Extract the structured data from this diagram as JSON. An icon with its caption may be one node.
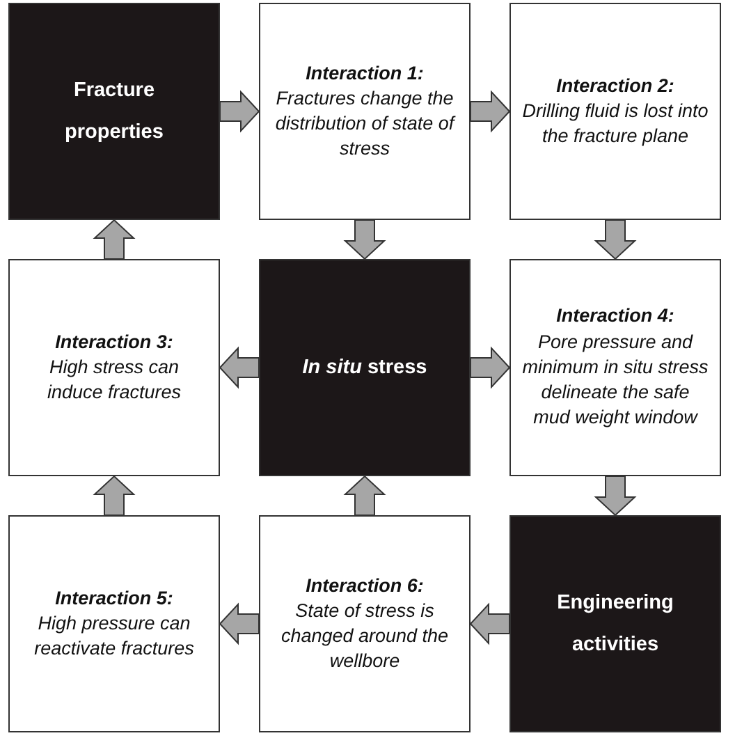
{
  "diagram": {
    "nodes": [
      {
        "text": [
          "Fracture properties"
        ]
      },
      {
        "text": [
          "Interaction 1:",
          "Fractures change the distribution of state of stress"
        ]
      },
      {
        "text": [
          "Interaction 2:",
          "Drilling fluid is lost into the fracture plane"
        ]
      },
      {
        "text": [
          "Interaction 3:",
          "High stress can induce fractures"
        ]
      },
      {
        "text": [
          "*In situ* stress"
        ]
      },
      {
        "text": [
          "Interaction 4:",
          "Pore pressure and minimum in situ stress delineate the safe mud weight window"
        ]
      },
      {
        "text": [
          "Interaction 5:",
          "High pressure can reactivate fractures"
        ]
      },
      {
        "text": [
          "Interaction 6:",
          "State of stress is changed around the wellbore"
        ]
      },
      {
        "text": [
          "Engineering activities"
        ]
      }
    ],
    "edges": [
      {
        "from": 0,
        "to": 1,
        "arrow": "to"
      },
      {
        "from": 1,
        "to": 2,
        "arrow": "to"
      },
      {
        "from": 1,
        "to": 4,
        "arrow": "to"
      },
      {
        "from": 2,
        "to": 5,
        "arrow": "to"
      },
      {
        "from": 4,
        "to": 3,
        "arrow": "to"
      },
      {
        "from": 4,
        "to": 5,
        "arrow": "to"
      },
      {
        "from": 3,
        "to": 0,
        "arrow": "to"
      },
      {
        "from": 5,
        "to": 8,
        "arrow": "to"
      },
      {
        "from": 8,
        "to": 7,
        "arrow": "to"
      },
      {
        "from": 7,
        "to": 4,
        "arrow": "to"
      },
      {
        "from": 7,
        "to": 6,
        "arrow": "to"
      },
      {
        "from": 6,
        "to": 3,
        "arrow": "to"
      }
    ]
  }
}
